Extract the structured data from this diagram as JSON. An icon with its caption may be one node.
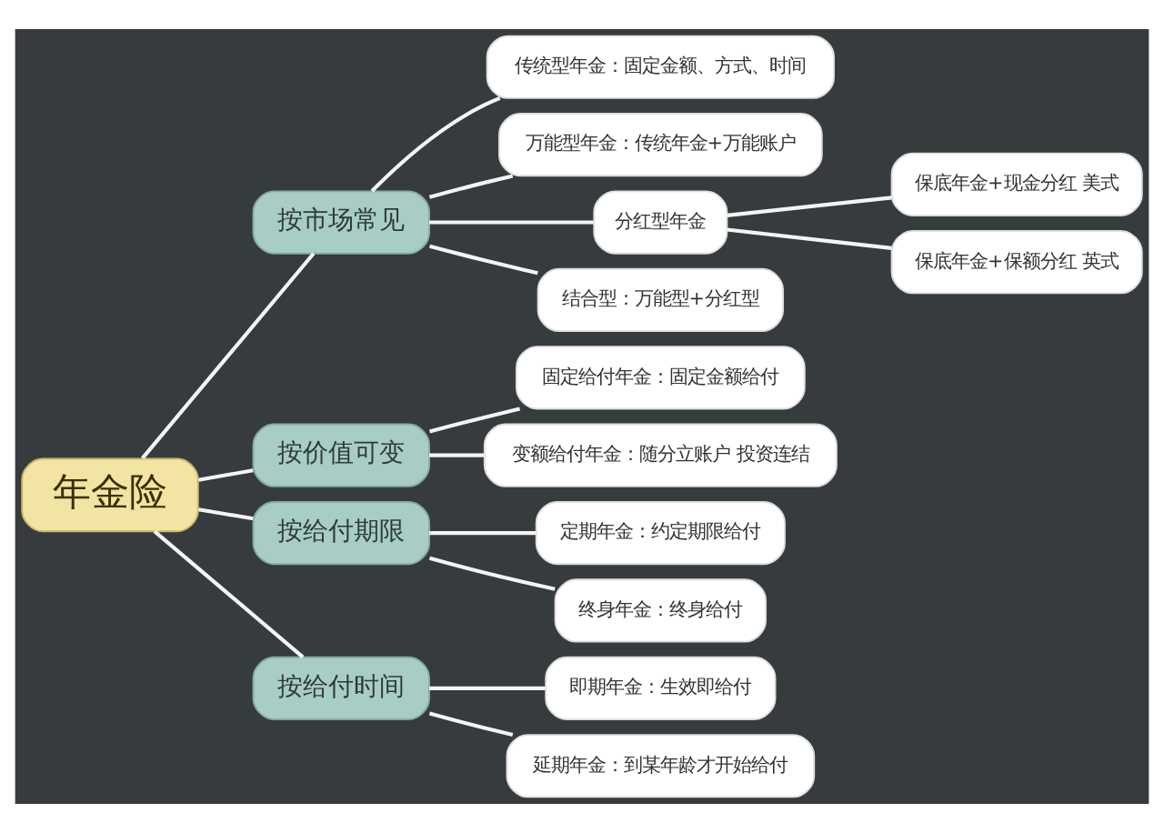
{
  "diagram": {
    "nodes": [
      {
        "text": [
          "年金险"
        ]
      },
      {
        "text": [
          "按市场常见"
        ]
      },
      {
        "text": [
          "传统型年金：固定金额、方式、时间"
        ]
      },
      {
        "text": [
          "万能型年金：传统年金+万能账户"
        ]
      },
      {
        "text": [
          "分红型年金"
        ]
      },
      {
        "text": [
          "保底年金+现金分红 美式"
        ]
      },
      {
        "text": [
          "保底年金+保额分红 英式"
        ]
      },
      {
        "text": [
          "结合型：万能型+分红型"
        ]
      },
      {
        "text": [
          "按价值可变"
        ]
      },
      {
        "text": [
          "固定给付年金：固定金额给付"
        ]
      },
      {
        "text": [
          "变额给付年金：随分立账户 投资连结"
        ]
      },
      {
        "text": [
          "按给付期限"
        ]
      },
      {
        "text": [
          "定期年金：约定期限给付"
        ]
      },
      {
        "text": [
          "终身年金：终身给付"
        ]
      },
      {
        "text": [
          "按给付时间"
        ]
      },
      {
        "text": [
          "即期年金：生效即给付"
        ]
      },
      {
        "text": [
          "延期年金：到某年龄才开始给付"
        ]
      }
    ],
    "edges": [
      {
        "from": 0,
        "to": 1,
        "arrow": "none"
      },
      {
        "from": 1,
        "to": 2,
        "arrow": "none"
      },
      {
        "from": 1,
        "to": 3,
        "arrow": "none"
      },
      {
        "from": 1,
        "to": 4,
        "arrow": "none"
      },
      {
        "from": 4,
        "to": 5,
        "arrow": "none"
      },
      {
        "from": 4,
        "to": 6,
        "arrow": "none"
      },
      {
        "from": 1,
        "to": 7,
        "arrow": "none"
      },
      {
        "from": 0,
        "to": 8,
        "arrow": "none"
      },
      {
        "from": 8,
        "to": 9,
        "arrow": "none"
      },
      {
        "from": 8,
        "to": 10,
        "arrow": "none"
      },
      {
        "from": 0,
        "to": 11,
        "arrow": "none"
      },
      {
        "from": 11,
        "to": 12,
        "arrow": "none"
      },
      {
        "from": 11,
        "to": 13,
        "arrow": "none"
      },
      {
        "from": 0,
        "to": 14,
        "arrow": "none"
      },
      {
        "from": 14,
        "to": 15,
        "arrow": "none"
      },
      {
        "from": 14,
        "to": 16,
        "arrow": "none"
      }
    ]
  }
}
